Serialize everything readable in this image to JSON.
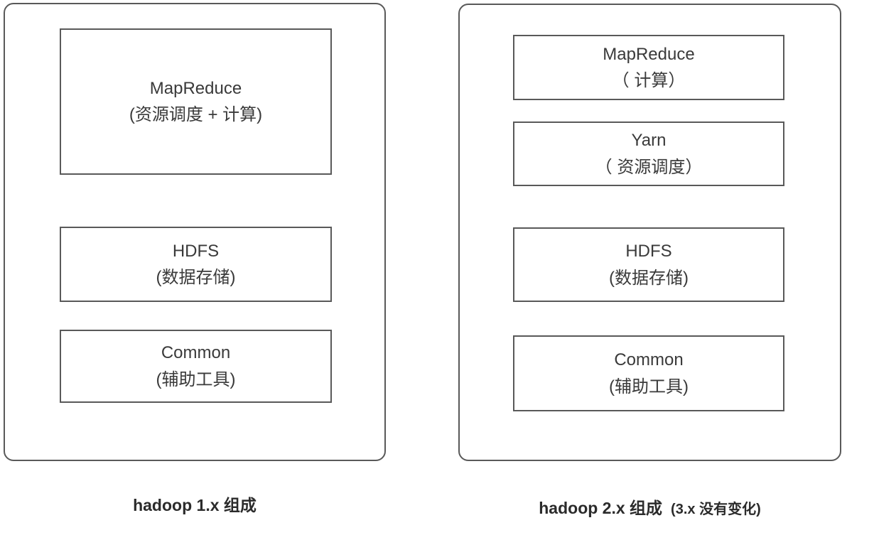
{
  "diagram": {
    "title": "Hadoop composition comparison",
    "stroke_color": "#595959",
    "text_color": "#3a3a3a",
    "background": "#ffffff",
    "panels": [
      {
        "id": "hadoop-1x",
        "caption": "hadoop 1.x 组成",
        "caption_note": "",
        "boxes": [
          {
            "id": "mapreduce",
            "line1": "MapReduce",
            "line2": "(资源调度 + 计算)"
          },
          {
            "id": "hdfs",
            "line1": "HDFS",
            "line2": "(数据存储)"
          },
          {
            "id": "common",
            "line1": "Common",
            "line2": "(辅助工具)"
          }
        ]
      },
      {
        "id": "hadoop-2x",
        "caption": "hadoop 2.x 组成",
        "caption_note": "(3.x 没有变化)",
        "boxes": [
          {
            "id": "mapreduce",
            "line1": "MapReduce",
            "line2": "（ 计算）"
          },
          {
            "id": "yarn",
            "line1": "Yarn",
            "line2": "（ 资源调度）"
          },
          {
            "id": "hdfs",
            "line1": "HDFS",
            "line2": "(数据存储)"
          },
          {
            "id": "common",
            "line1": "Common",
            "line2": "(辅助工具)"
          }
        ]
      }
    ]
  }
}
